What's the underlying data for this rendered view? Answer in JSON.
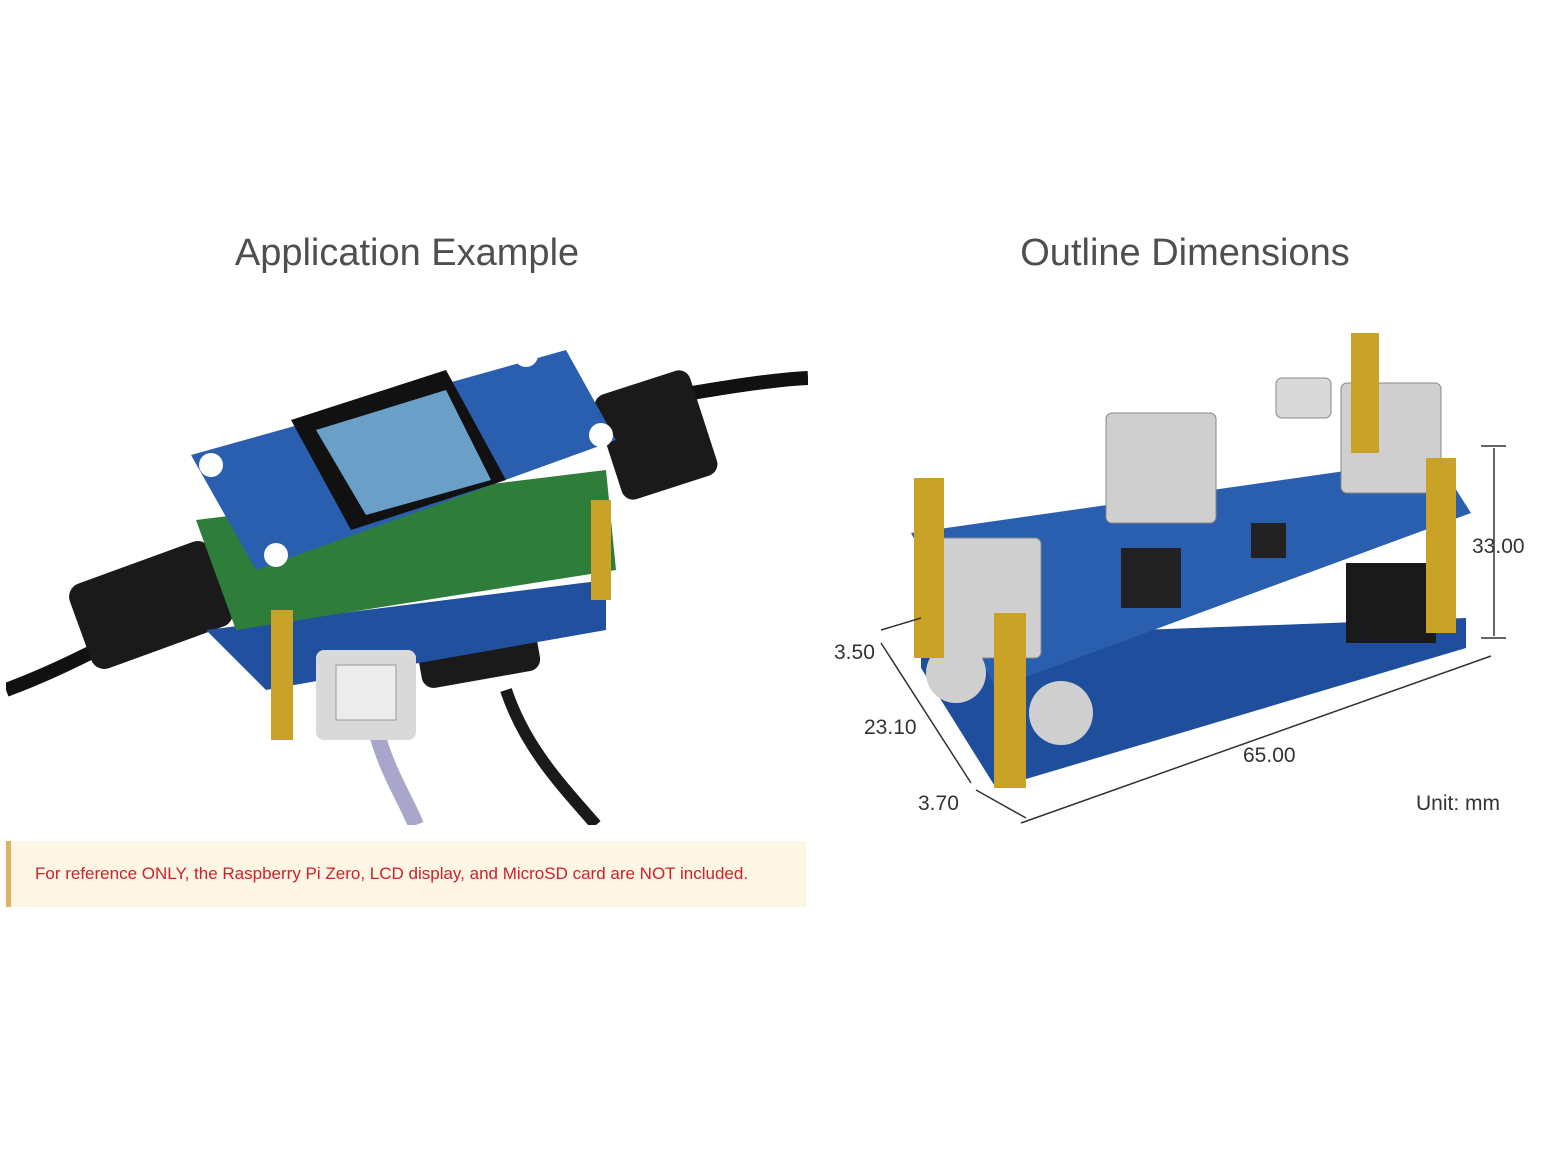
{
  "left": {
    "title": "Application Example",
    "note": "For reference ONLY, the Raspberry Pi Zero, LCD display, and MicroSD card are NOT included."
  },
  "right": {
    "title": "Outline Dimensions",
    "dimensions": {
      "height": "33.00",
      "offset_top": "3.50",
      "depth": "23.10",
      "offset_bottom": "3.70",
      "length": "65.00"
    },
    "unit": "Unit: mm"
  },
  "colors": {
    "pcb_blue": "#1f4e9c",
    "standoff_gold": "#c9a227",
    "note_text": "#d0202a",
    "note_bg": "#fdf6e4"
  }
}
